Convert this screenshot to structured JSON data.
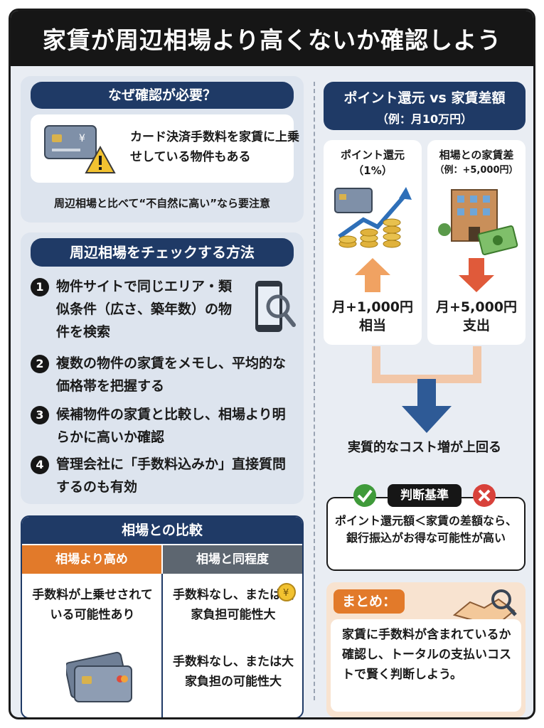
{
  "title": "家賃が周辺相場より高くないか確認しよう",
  "why": {
    "heading": "なぜ確認が必要？",
    "bubble_text": "カード決済手数料を家賃に上乗せしている物件もある",
    "note": "周辺相場と比べて“不自然に高い”なら要注意"
  },
  "check": {
    "heading": "周辺相場をチェックする方法",
    "steps": [
      {
        "num": "1",
        "text": "物件サイトで同じエリア・類似条件（広さ、築年数）の物件を検索"
      },
      {
        "num": "2",
        "text": "複数の物件の家賃をメモし、平均的な価格帯を把握する"
      },
      {
        "num": "3",
        "text": "候補物件の家賃と比較し、相場より明らかに高いか確認"
      },
      {
        "num": "4",
        "text": "管理会社に「手数料込みか」直接質問するのも有効"
      }
    ]
  },
  "compare": {
    "heading": "相場との比較",
    "col1_head": "相場より高め",
    "col2_head": "相場と同程度",
    "col1_text": "手数料が上乗せされている可能性あり",
    "col2_text_a": "手数料なし、または大家負担可能性大",
    "col2_text_b": "手数料なし、または大家負担の可能性大"
  },
  "points": {
    "heading": "ポイント還元 vs 家賃差額",
    "sub": "（例：月10万円）",
    "left_head": "ポイント還元",
    "left_sub": "（1%）",
    "left_value": "月+1,000円",
    "left_value2": "相当",
    "right_head": "相場との家賃差",
    "right_sub": "（例：+5,000円）",
    "right_value": "月+5,000円",
    "right_value2": "支出",
    "result": "実質的なコスト増が上回る"
  },
  "judge": {
    "label": "判断基準",
    "text": "ポイント還元額＜家賃の差額なら、銀行振込がお得な可能性が高い"
  },
  "summary": {
    "label": "まとめ：",
    "text": "家賃に手数料が含まれているか確認し、トータルの支払いコストで賢く判断しよう。"
  },
  "icons": {
    "card": "credit-card-icon",
    "warning": "warning-icon",
    "phone": "phone-search-icon",
    "coins": "coins-chart-icon",
    "building": "building-icon",
    "cash": "cash-icon",
    "check": "check-icon",
    "cross": "cross-icon",
    "handshake": "handshake-icon",
    "yen": "yen-coin-icon"
  }
}
